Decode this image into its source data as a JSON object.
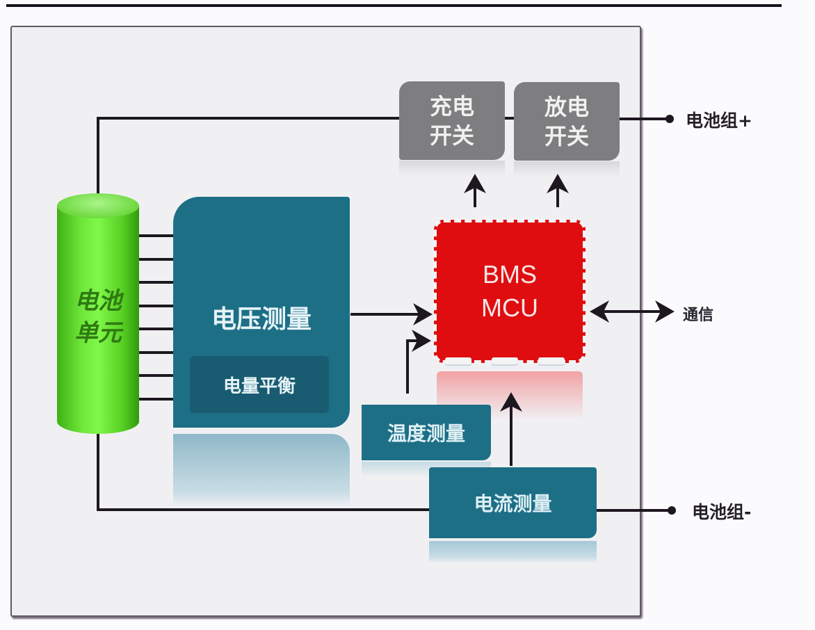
{
  "diagram": {
    "title": "BMS block diagram",
    "battery_cell": {
      "label": "电池\n单元",
      "color": "#6ee63a"
    },
    "voltage_measurement": {
      "label": "电压测量",
      "color": "#1d6f86"
    },
    "cell_balancing": {
      "label": "电量平衡"
    },
    "temperature_measurement": {
      "label": "温度测量"
    },
    "current_measurement": {
      "label": "电流测量"
    },
    "mcu": {
      "label": "BMS\nMCU",
      "color": "#df0d10"
    },
    "charge_switch": {
      "label": "充电\n开关",
      "color": "#7e7e80"
    },
    "discharge_switch": {
      "label": "放电\n开关",
      "color": "#7e7e80"
    },
    "pack_positive": {
      "label": "电池组+"
    },
    "pack_negative": {
      "label": "电池组-"
    },
    "communication": {
      "label": "通信"
    },
    "cell_tap_count": 8,
    "connections": [
      {
        "from": "电池单元",
        "to": "电压测量",
        "type": "cell taps"
      },
      {
        "from": "电压测量",
        "to": "BMS MCU",
        "type": "arrow"
      },
      {
        "from": "温度测量",
        "to": "BMS MCU",
        "type": "arrow"
      },
      {
        "from": "电流测量",
        "to": "BMS MCU",
        "type": "arrow"
      },
      {
        "from": "BMS MCU",
        "to": "充电开关",
        "type": "arrow"
      },
      {
        "from": "BMS MCU",
        "to": "放电开关",
        "type": "arrow"
      },
      {
        "from": "BMS MCU",
        "to": "通信",
        "type": "bidirectional"
      },
      {
        "from": "电池单元",
        "to": "电池组+",
        "type": "wire via 充电开关, 放电开关"
      },
      {
        "from": "电池单元",
        "to": "电池组-",
        "type": "wire via 电流测量"
      }
    ]
  }
}
